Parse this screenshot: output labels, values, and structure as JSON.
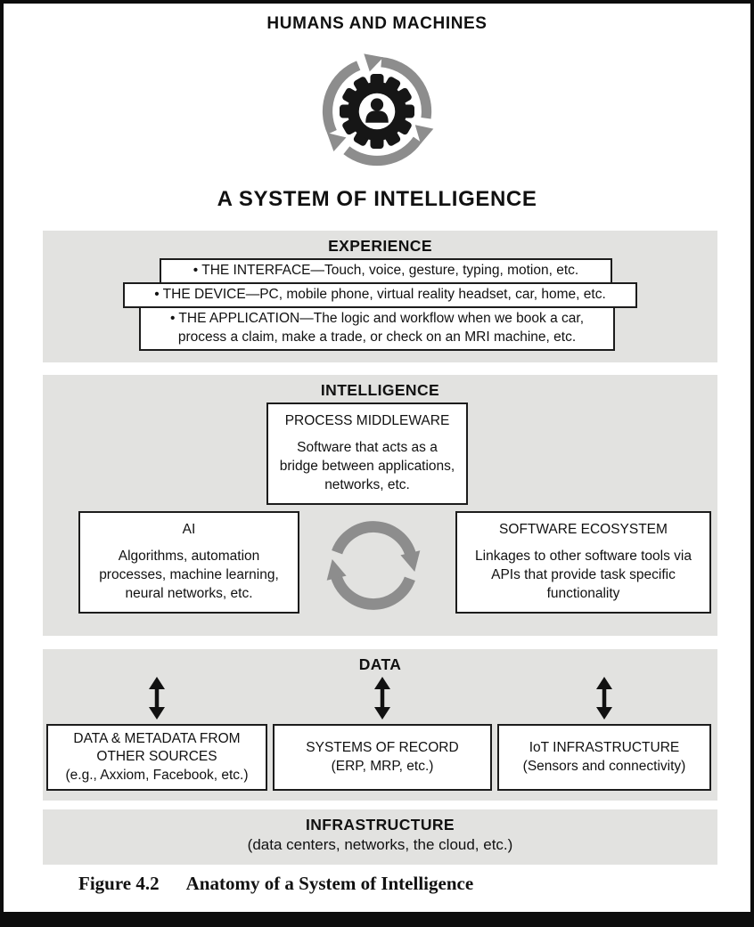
{
  "page": {
    "top_title": "HUMANS AND MACHINES",
    "main_title": "A SYSTEM OF INTELLIGENCE"
  },
  "experience": {
    "heading": "EXPERIENCE",
    "items": [
      "• THE INTERFACE—Touch, voice, gesture, typing, motion, etc.",
      "• THE DEVICE—PC, mobile phone, virtual reality headset, car, home, etc.",
      "• THE APPLICATION—The logic and workflow when we book a car, process a claim, make a trade, or check on an MRI machine, etc."
    ]
  },
  "intelligence": {
    "heading": "INTELLIGENCE",
    "middleware_title": "PROCESS MIDDLEWARE",
    "middleware_body": "Software that acts as a bridge between applications, networks, etc.",
    "ai_title": "AI",
    "ai_body": "Algorithms, automation processes, machine learning, neural networks, etc.",
    "ecosystem_title": "SOFTWARE ECOSYSTEM",
    "ecosystem_body": "Linkages to other software tools via APIs that provide task specific functionality"
  },
  "data_section": {
    "heading": "DATA",
    "boxes": [
      {
        "title": "DATA & METADATA FROM OTHER SOURCES",
        "subtitle": "(e.g., Axxiom, Facebook, etc.)"
      },
      {
        "title": "SYSTEMS OF RECORD",
        "subtitle": "(ERP, MRP, etc.)"
      },
      {
        "title": "IoT INFRASTRUCTURE",
        "subtitle": "(Sensors and connectivity)"
      }
    ]
  },
  "infrastructure": {
    "heading": "INFRASTRUCTURE",
    "subtitle": "(data centers, networks, the cloud, etc.)"
  },
  "caption": {
    "label": "Figure 4.2",
    "text": "Anatomy of a System of Intelligence"
  },
  "icons": {
    "human_machine": "human-in-gear-cycle-icon",
    "intelligence_cycle": "process-cycle-arrows-icon",
    "data_links": "double-headed-arrow-icon"
  },
  "colors": {
    "section_bg": "#e2e2e0",
    "arrow_gray": "#8d8d8d",
    "ink": "#111111"
  }
}
